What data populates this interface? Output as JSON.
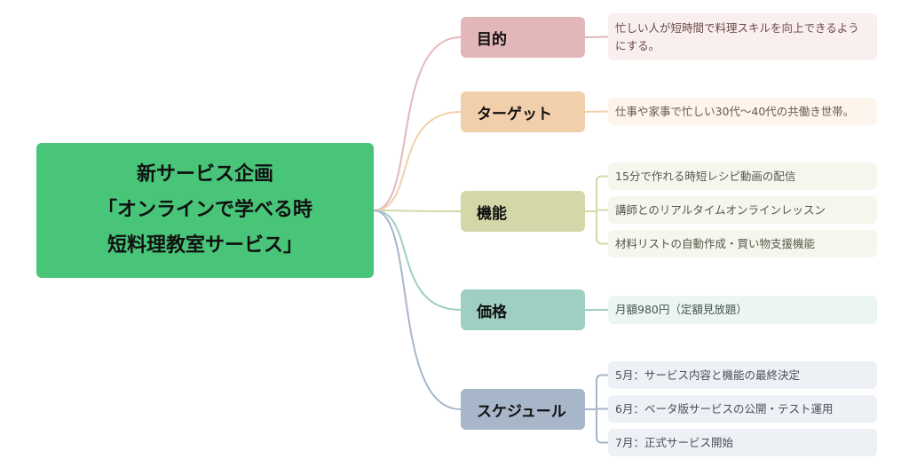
{
  "root": {
    "title": "新サービス企画\n「オンラインで学べる時\n短料理教室サービス」",
    "color": "#48c578"
  },
  "branches": [
    {
      "label": "目的",
      "color": "#e3b7b9",
      "leaf_bg": "#f9efee",
      "text_color": "#6b4a4a",
      "leaves": [
        "忙しい人が短時間で料理スキルを向上できるようにする。"
      ]
    },
    {
      "label": "ターゲット",
      "color": "#f2cfab",
      "leaf_bg": "#fdf4ec",
      "text_color": "#6b5a48",
      "leaves": [
        "仕事や家事で忙しい30代〜40代の共働き世帯。"
      ]
    },
    {
      "label": "機能",
      "color": "#d4d8a9",
      "leaf_bg": "#f5f7ed",
      "text_color": "#55584a",
      "leaves": [
        "15分で作れる時短レシピ動画の配信",
        "講師とのリアルタイムオンラインレッスン",
        "材料リストの自動作成・買い物支援機能"
      ]
    },
    {
      "label": "価格",
      "color": "#9fcfc3",
      "leaf_bg": "#ebf5f2",
      "text_color": "#45554f",
      "leaves": [
        "月額980円（定額見放題）"
      ]
    },
    {
      "label": "スケジュール",
      "color": "#a7b6c8",
      "leaf_bg": "#edf0f5",
      "text_color": "#4a505a",
      "leaves": [
        "5月：サービス内容と機能の最終決定",
        "6月：ベータ版サービスの公開・テスト運用",
        "7月：正式サービス開始"
      ]
    }
  ]
}
